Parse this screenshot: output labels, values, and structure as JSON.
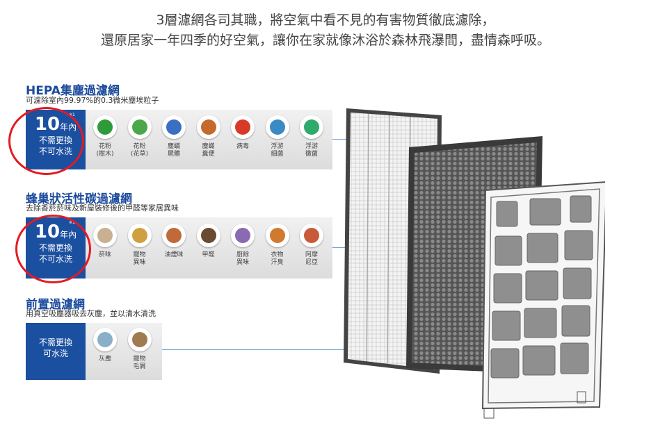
{
  "intro": {
    "line1": "3層濾網各司其職，將空氣中看不見的有害物質徹底濾除，",
    "line2": "還原居家一年四季的好空氣，讓你在家就像沐浴於森林飛瀑間，盡情森呼吸。"
  },
  "hepa": {
    "title": "HEPA集塵過濾網",
    "subtitle": "可濾除室內99.97%的0.3微米塵埃粒子",
    "badge_number": "10",
    "badge_unit": "年內",
    "badge_note": "※1",
    "badge_line1": "不需更換",
    "badge_line2": "不可水洗",
    "items": [
      {
        "l1": "花粉",
        "l2": "(樹木)",
        "color": "#2e9a3a"
      },
      {
        "l1": "花粉",
        "l2": "(花草)",
        "color": "#4aa84a"
      },
      {
        "l1": "塵蟎",
        "l2": "屍體",
        "color": "#3a6fc4"
      },
      {
        "l1": "塵蟎",
        "l2": "糞便",
        "color": "#c46a2a"
      },
      {
        "l1": "病毒",
        "l2": "",
        "color": "#d83a2a"
      },
      {
        "l1": "浮游",
        "l2": "細菌",
        "color": "#3a8ac4"
      },
      {
        "l1": "浮游",
        "l2": "黴菌",
        "color": "#2eaa6a"
      }
    ]
  },
  "carbon": {
    "title": "蜂巢狀活性碳過濾網",
    "subtitle": "去除香菸菸味及新屋裝修後的甲醛等家居異味",
    "badge_number": "10",
    "badge_unit": "年內",
    "badge_note": "※1",
    "badge_line1": "不需更換",
    "badge_line2": "不可水洗",
    "items": [
      {
        "l1": "菸味",
        "l2": "",
        "color": "#c8b090"
      },
      {
        "l1": "寵物",
        "l2": "異味",
        "color": "#d0a040"
      },
      {
        "l1": "油煙味",
        "l2": "",
        "color": "#c06a3a"
      },
      {
        "l1": "甲醛",
        "l2": "",
        "color": "#6a4a30"
      },
      {
        "l1": "廚餘",
        "l2": "異味",
        "color": "#8a6ab0"
      },
      {
        "l1": "衣物",
        "l2": "汗臭",
        "color": "#d07a30"
      },
      {
        "l1": "阿摩",
        "l2": "尼亞",
        "color": "#c85a3a"
      }
    ]
  },
  "prefilter": {
    "title": "前置過濾網",
    "subtitle": "用真空吸塵器吸去灰塵，並以清水清洗",
    "badge_line1": "不需更換",
    "badge_line2": "可水洗",
    "items": [
      {
        "l1": "灰塵",
        "l2": "",
        "color": "#8ab0c8"
      },
      {
        "l1": "寵物",
        "l2": "毛屑",
        "color": "#a07a50"
      }
    ]
  }
}
